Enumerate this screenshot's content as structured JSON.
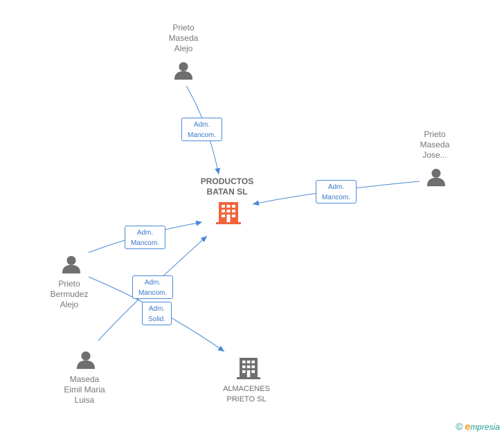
{
  "nodes": {
    "productos_batan": {
      "label": "PRODUCTOS\nBATAN SL"
    },
    "almacenes_prieto": {
      "label": "ALMACENES\nPRIETO SL"
    },
    "prieto_maseda_alejo": {
      "label": "Prieto\nMaseda\nAlejo"
    },
    "prieto_maseda_jose": {
      "label": "Prieto\nMaseda\nJose..."
    },
    "prieto_bermudez_alejo": {
      "label": "Prieto\nBermudez\nAlejo"
    },
    "maseda_eimil_maria_luisa": {
      "label": "Maseda\nEimil Maria\nLuisa"
    }
  },
  "edges": {
    "e1": {
      "label": "Adm.\nMancom."
    },
    "e2": {
      "label": "Adm.\nMancom."
    },
    "e3": {
      "label": "Adm.\nMancom."
    },
    "e4": {
      "label": "Adm.\nMancom."
    },
    "e5": {
      "label": "Adm.\nSolid."
    }
  },
  "colors": {
    "edge": "#4a88d6",
    "person_icon": "#6f6f6f",
    "main_company_icon": "#f0643c",
    "company_icon": "#6f6f6f"
  },
  "brand": {
    "copyright": "©",
    "e": "e",
    "rest": "mpresia"
  }
}
